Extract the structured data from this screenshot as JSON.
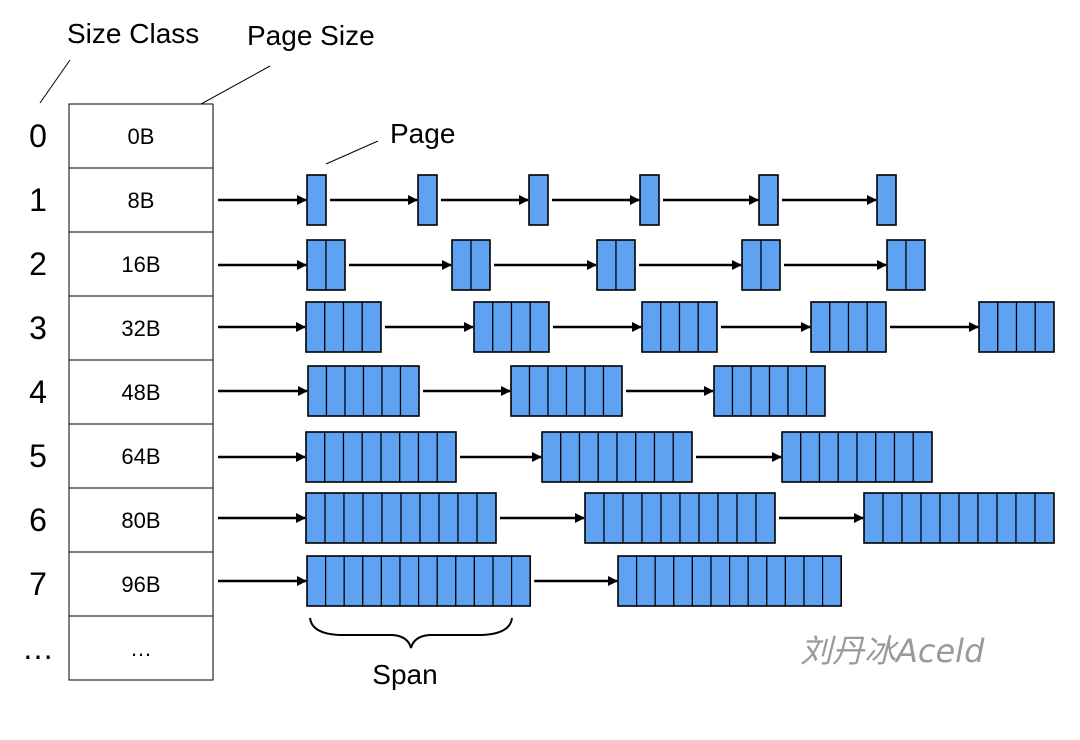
{
  "labels": {
    "size_class": "Size Class",
    "page_size": "Page Size",
    "page": "Page",
    "span": "Span"
  },
  "watermark": "刘丹冰Aceld",
  "colors": {
    "page_fill": "#5fa2f2",
    "stroke": "#000000",
    "watermark": "#9a9a9a"
  },
  "rows": [
    {
      "class": "0",
      "size": "0B",
      "pages_per_span": 0,
      "spans": 0
    },
    {
      "class": "1",
      "size": "8B",
      "pages_per_span": 1,
      "spans": 6
    },
    {
      "class": "2",
      "size": "16B",
      "pages_per_span": 2,
      "spans": 5
    },
    {
      "class": "3",
      "size": "32B",
      "pages_per_span": 4,
      "spans": 5
    },
    {
      "class": "4",
      "size": "48B",
      "pages_per_span": 6,
      "spans": 3
    },
    {
      "class": "5",
      "size": "64B",
      "pages_per_span": 8,
      "spans": 3
    },
    {
      "class": "6",
      "size": "80B",
      "pages_per_span": 10,
      "spans": 3
    },
    {
      "class": "7",
      "size": "96B",
      "pages_per_span": 12,
      "spans": 2
    },
    {
      "class": "…",
      "size": "…",
      "pages_per_span": 0,
      "spans": 0
    }
  ]
}
